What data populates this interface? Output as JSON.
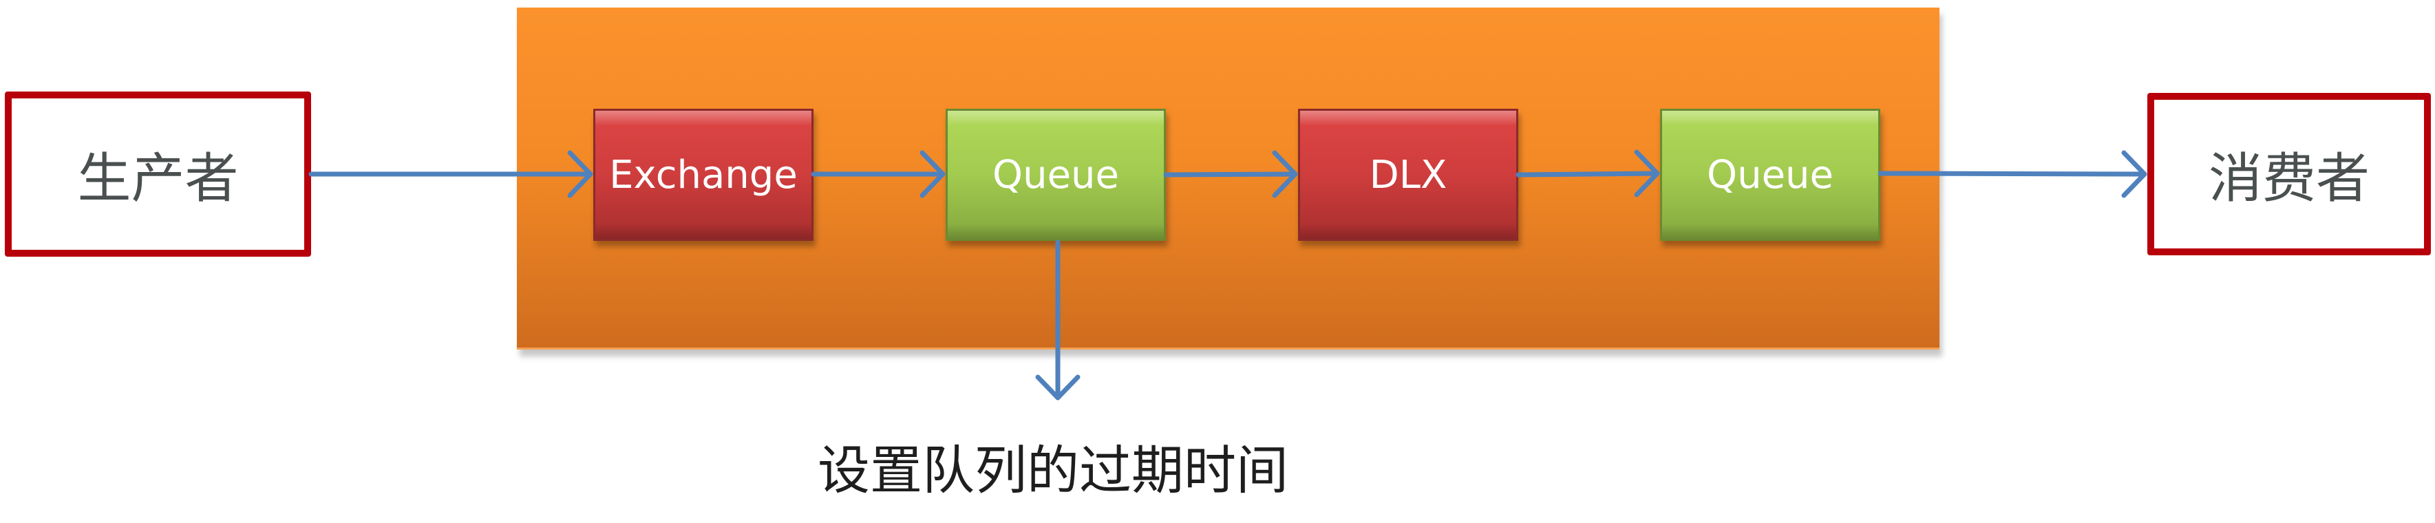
{
  "producer": {
    "label": "生产者"
  },
  "consumer": {
    "label": "消费者"
  },
  "broker": {
    "nodes": [
      {
        "id": "exchange",
        "label": "Exchange",
        "type": "exchange",
        "color": "#cf3d3d"
      },
      {
        "id": "queue1",
        "label": "Queue",
        "type": "queue",
        "color": "#a2cb50"
      },
      {
        "id": "dlx",
        "label": "DLX",
        "type": "exchange",
        "color": "#cf3d3d"
      },
      {
        "id": "queue2",
        "label": "Queue",
        "type": "queue",
        "color": "#a2cb50"
      }
    ],
    "background_color": "#f48a26"
  },
  "edges": [
    {
      "from": "producer",
      "to": "exchange"
    },
    {
      "from": "exchange",
      "to": "queue1"
    },
    {
      "from": "queue1",
      "to": "dlx"
    },
    {
      "from": "dlx",
      "to": "queue2"
    },
    {
      "from": "queue2",
      "to": "consumer"
    },
    {
      "from": "queue1",
      "to": "caption"
    }
  ],
  "caption": {
    "text": "设置队列的过期时间"
  },
  "colors": {
    "arrow": "#4f81bd",
    "actor_border": "#b8000a"
  }
}
